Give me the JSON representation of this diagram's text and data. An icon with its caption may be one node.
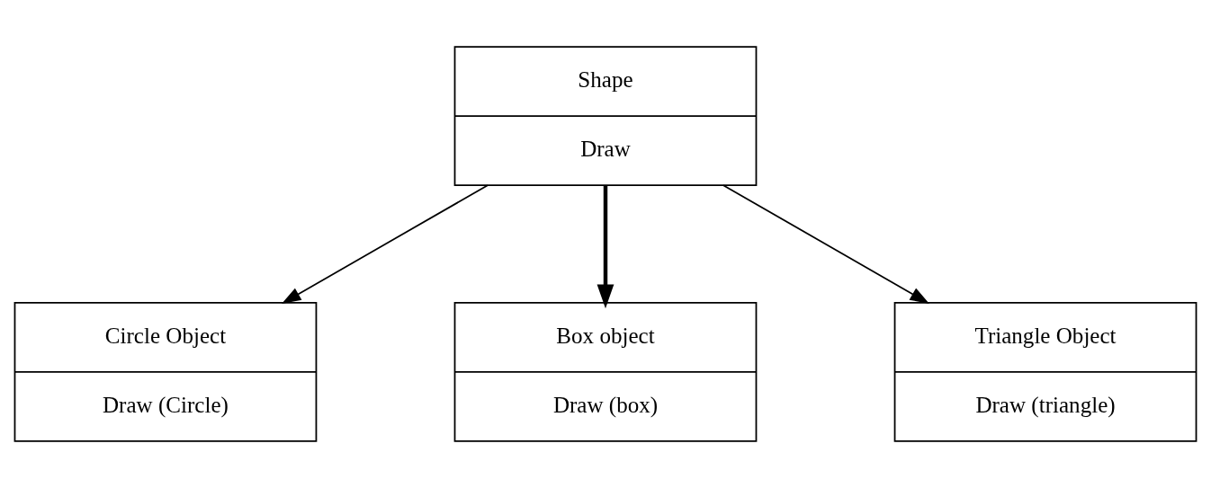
{
  "diagram": {
    "nodes": [
      {
        "text": [
          "Shape",
          "Draw"
        ]
      },
      {
        "text": [
          "Circle Object",
          "Draw (Circle)"
        ]
      },
      {
        "text": [
          "Box object",
          "Draw (box)"
        ]
      },
      {
        "text": [
          "Triangle Object",
          "Draw (triangle)"
        ]
      }
    ],
    "edges": [
      {
        "from": 0,
        "to": 1,
        "arrow": "to"
      },
      {
        "from": 0,
        "to": 2,
        "arrow": "to",
        "style": "thick"
      },
      {
        "from": 0,
        "to": 3,
        "arrow": "to"
      }
    ]
  }
}
